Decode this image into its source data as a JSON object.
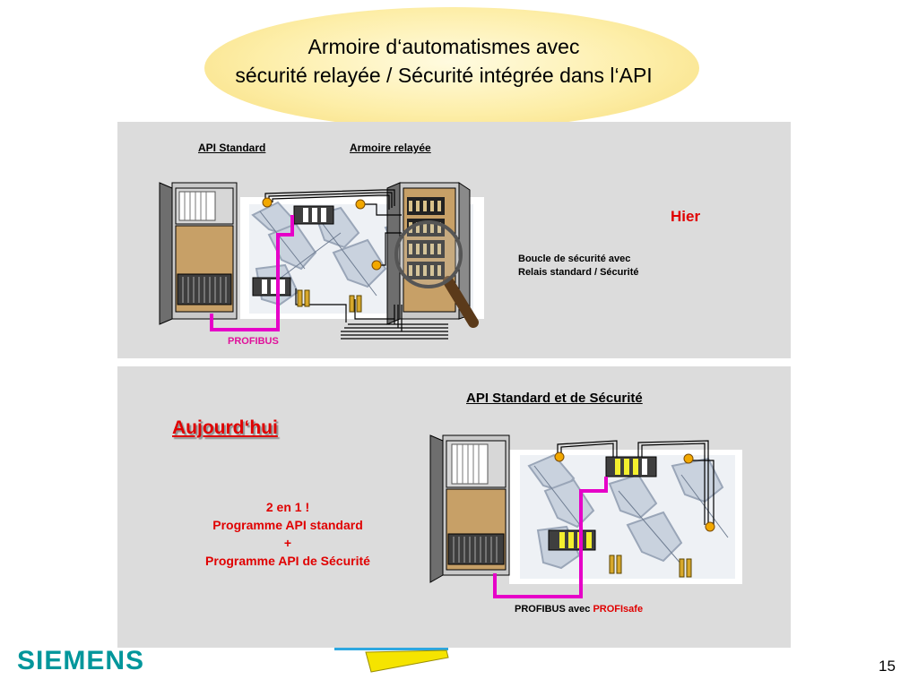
{
  "slide": {
    "title_line1": "Armoire d‘automatismes avec",
    "title_line2": "sécurité relayée / Sécurité intégrée dans l‘API",
    "page_number": "15",
    "logo_text": "SIEMENS"
  },
  "top_panel": {
    "label_api_standard": "API Standard",
    "label_armoire": "Armoire relayée",
    "label_profibus": "PROFIBUS",
    "era_label": "Hier",
    "description_line1": "Boucle de sécurité avec",
    "description_line2": "Relais standard / Sécurité"
  },
  "bottom_panel": {
    "era_label": "Aujourd‘hui",
    "heading": "API Standard et de Sécurité",
    "summary_line1": "2 en 1 !",
    "summary_line2": "Programme API standard",
    "summary_line3": "+",
    "summary_line4": "Programme API de Sécurité",
    "bus_label_prefix": "PROFIBUS avec",
    "bus_label_highlight": "PROFIsafe"
  },
  "colors": {
    "accent_red": "#e00000",
    "profibus_magenta": "#e600c8",
    "siemens_teal": "#00969b",
    "panel_grey": "#dcdcdc"
  }
}
